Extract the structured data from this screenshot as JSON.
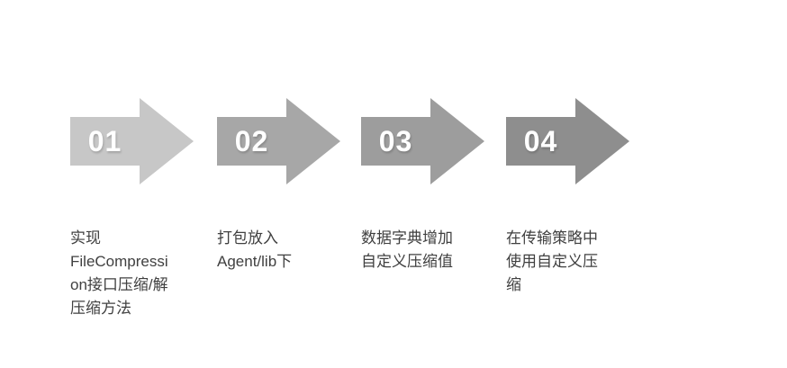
{
  "diagram": {
    "background": "#ffffff",
    "caption_text_color": "#404040",
    "number_text_color": "#ffffff",
    "steps": [
      {
        "number": "01",
        "arrow_color": "#c7c7c7",
        "caption": "实现\nFileCompressi\non接口压缩/解\n压缩方法"
      },
      {
        "number": "02",
        "arrow_color": "#a7a7a7",
        "caption": "打包放入\nAgent/lib下"
      },
      {
        "number": "03",
        "arrow_color": "#9d9d9d",
        "caption": "数据字典增加\n自定义压缩值"
      },
      {
        "number": "04",
        "arrow_color": "#8e8e8e",
        "caption": "在传输策略中\n使用自定义压\n缩"
      }
    ]
  }
}
